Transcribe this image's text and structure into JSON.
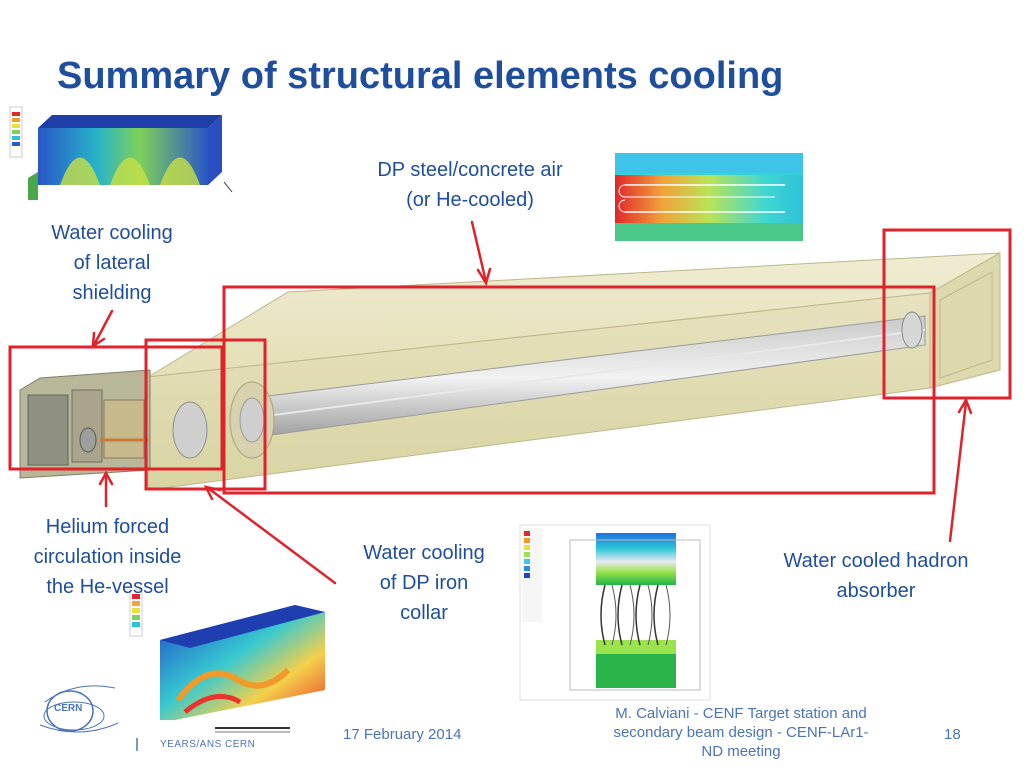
{
  "slide": {
    "title": "Summary of structural elements cooling"
  },
  "labels": {
    "dp_air_line1": "DP steel/concrete air",
    "dp_air_line2": "(or He-cooled)",
    "lateral_line1": "Water cooling",
    "lateral_line2": "of lateral",
    "lateral_line3": "shielding",
    "helium_line1": "Helium forced",
    "helium_line2": "circulation inside",
    "helium_line3": "the He-vessel",
    "collar_line1": "Water cooling",
    "collar_line2": "of DP iron",
    "collar_line3": "collar",
    "absorber_line1": "Water cooled  hadron",
    "absorber_line2": "absorber"
  },
  "footer": {
    "date": "17 February 2014",
    "author_line1": "M. Calviani - CENF Target station and",
    "author_line2": "secondary beam design - CENF-LAr1-",
    "author_line3": "ND meeting",
    "page": "18",
    "logo_text": "CERN",
    "years_text": "YEARS/ANS CERN"
  },
  "colors": {
    "title": "#1f4e9c",
    "label": "#1f4e9c",
    "callout": "#e0232b",
    "tunnel": "#e8e4bd"
  }
}
